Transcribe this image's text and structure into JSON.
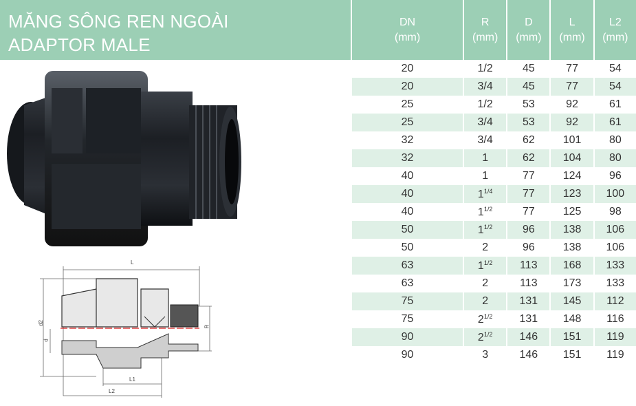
{
  "title": {
    "line1": "MĂNG SÔNG REN NGOÀI",
    "line2": "ADAPTOR MALE"
  },
  "colors": {
    "header_green": "#9ccfb5",
    "row_alt": "#dff0e6",
    "text": "#333333"
  },
  "table": {
    "headers": [
      {
        "name": "DN",
        "unit": "(mm)"
      },
      {
        "name": "R",
        "unit": "(mm)"
      },
      {
        "name": "D",
        "unit": "(mm)"
      },
      {
        "name": "L",
        "unit": "(mm)"
      },
      {
        "name": "L2",
        "unit": "(mm)"
      }
    ],
    "rows": [
      {
        "dn": "20",
        "r_whole": "1/2",
        "r_frac": "",
        "d": "45",
        "l": "77",
        "l2": "54"
      },
      {
        "dn": "20",
        "r_whole": "3/4",
        "r_frac": "",
        "d": "45",
        "l": "77",
        "l2": "54"
      },
      {
        "dn": "25",
        "r_whole": "1/2",
        "r_frac": "",
        "d": "53",
        "l": "92",
        "l2": "61"
      },
      {
        "dn": "25",
        "r_whole": "3/4",
        "r_frac": "",
        "d": "53",
        "l": "92",
        "l2": "61"
      },
      {
        "dn": "32",
        "r_whole": "3/4",
        "r_frac": "",
        "d": "62",
        "l": "101",
        "l2": "80"
      },
      {
        "dn": "32",
        "r_whole": "1",
        "r_frac": "",
        "d": "62",
        "l": "104",
        "l2": "80"
      },
      {
        "dn": "40",
        "r_whole": "1",
        "r_frac": "",
        "d": "77",
        "l": "124",
        "l2": "96"
      },
      {
        "dn": "40",
        "r_whole": "1",
        "r_frac": "1/4",
        "d": "77",
        "l": "123",
        "l2": "100"
      },
      {
        "dn": "40",
        "r_whole": "1",
        "r_frac": "1/2",
        "d": "77",
        "l": "125",
        "l2": "98"
      },
      {
        "dn": "50",
        "r_whole": "1",
        "r_frac": "1/2",
        "d": "96",
        "l": "138",
        "l2": "106"
      },
      {
        "dn": "50",
        "r_whole": "2",
        "r_frac": "",
        "d": "96",
        "l": "138",
        "l2": "106"
      },
      {
        "dn": "63",
        "r_whole": "1",
        "r_frac": "1/2",
        "d": "113",
        "l": "168",
        "l2": "133"
      },
      {
        "dn": "63",
        "r_whole": "2",
        "r_frac": "",
        "d": "113",
        "l": "173",
        "l2": "133"
      },
      {
        "dn": "75",
        "r_whole": "2",
        "r_frac": "",
        "d": "131",
        "l": "145",
        "l2": "112"
      },
      {
        "dn": "75",
        "r_whole": "2",
        "r_frac": "1/2",
        "d": "131",
        "l": "148",
        "l2": "116"
      },
      {
        "dn": "90",
        "r_whole": "2",
        "r_frac": "1/2",
        "d": "146",
        "l": "151",
        "l2": "119"
      },
      {
        "dn": "90",
        "r_whole": "3",
        "r_frac": "",
        "d": "146",
        "l": "151",
        "l2": "119"
      }
    ]
  },
  "drawing_labels": {
    "L": "L",
    "d2": "d2",
    "d": "d",
    "R": "R",
    "L1": "L1",
    "L2": "L2"
  }
}
